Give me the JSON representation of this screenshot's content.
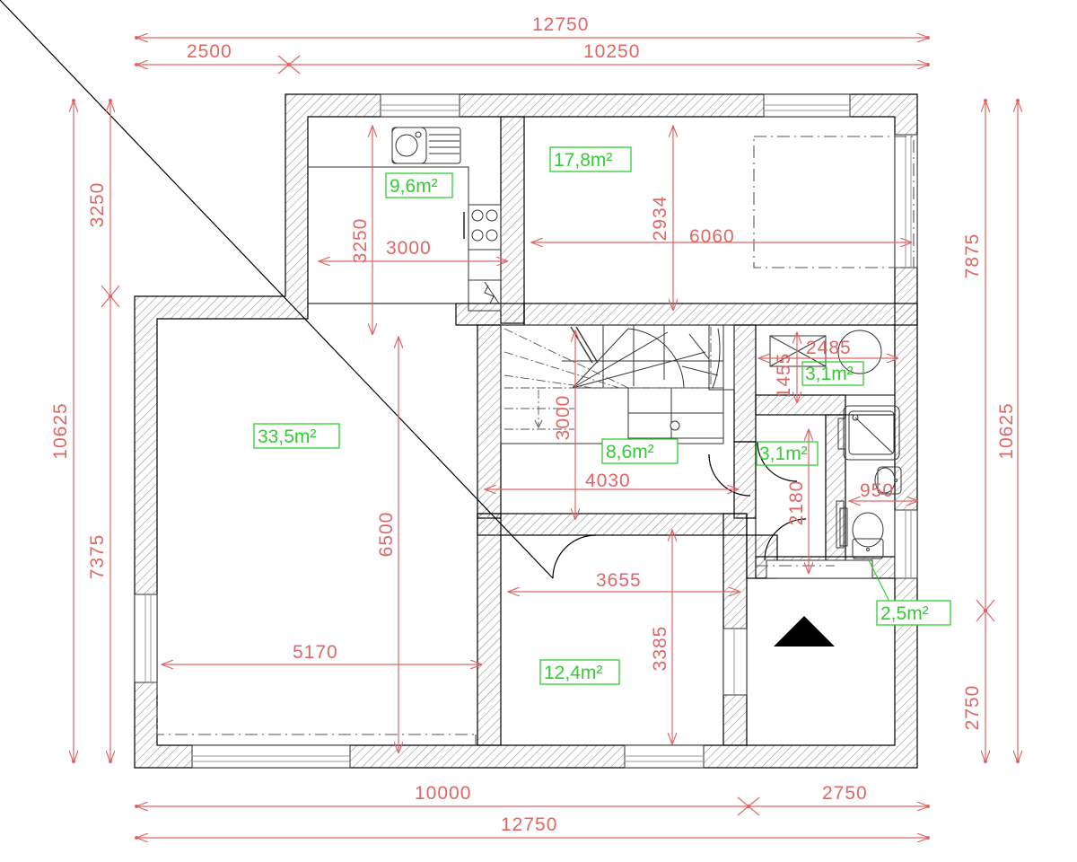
{
  "drawing": {
    "title": "Ground floor plan",
    "units": "mm",
    "colors": {
      "dimension": "#e06666",
      "area_label": "#33cc33",
      "wall": "#000000",
      "wall_hatch": "#8a8a8a",
      "fixture": "#333333",
      "background": "#ffffff"
    }
  },
  "overall_dimensions": {
    "top_outer": "12750",
    "top_chain": [
      "2500",
      "10250"
    ],
    "bottom_chain": [
      "10000",
      "2750"
    ],
    "bottom_outer": "12750",
    "left_outer": "10625",
    "left_chain": [
      "3250",
      "7375"
    ],
    "right_chain": [
      "7875",
      "2750"
    ],
    "right_outer": "10625"
  },
  "rooms": [
    {
      "name": "kitchen",
      "area": "9,6m²",
      "width": "3000",
      "height": "3250"
    },
    {
      "name": "living-room",
      "area": "17,8m²",
      "width": "6060",
      "height": "2934"
    },
    {
      "name": "great-room",
      "area": "33,5m²",
      "width": "5170",
      "height": "6500"
    },
    {
      "name": "hall-stairs",
      "area": "8,6m²",
      "width": "4030",
      "height": "3000"
    },
    {
      "name": "bedroom",
      "area": "12,4m²",
      "width": "3655",
      "height": "3385"
    },
    {
      "name": "utility-room",
      "area": "3,1m²",
      "width": "2485",
      "height": "1455"
    },
    {
      "name": "bathroom",
      "area": "3,1m²",
      "width": "950",
      "height": "2180"
    },
    {
      "name": "wc",
      "area": "2,5m²",
      "width": "",
      "height": ""
    }
  ],
  "interior_dimensions": [
    {
      "name": "kitchen-height",
      "value": "3250"
    },
    {
      "name": "kitchen-width",
      "value": "3000"
    },
    {
      "name": "living-height",
      "value": "2934"
    },
    {
      "name": "living-width",
      "value": "6060"
    },
    {
      "name": "great-room-height",
      "value": "6500"
    },
    {
      "name": "great-room-width",
      "value": "5170"
    },
    {
      "name": "hall-height",
      "value": "3000"
    },
    {
      "name": "hall-width",
      "value": "4030"
    },
    {
      "name": "bedroom-width",
      "value": "3655"
    },
    {
      "name": "bedroom-height",
      "value": "3385"
    },
    {
      "name": "utility-width",
      "value": "2485"
    },
    {
      "name": "utility-height",
      "value": "1455"
    },
    {
      "name": "bathroom-height",
      "value": "2180"
    },
    {
      "name": "bathroom-width",
      "value": "950"
    }
  ],
  "area_labels": {
    "kitchen": "9,6m²",
    "living_room": "17,8m²",
    "great_room": "33,5m²",
    "hall": "8,6m²",
    "bedroom": "12,4m²",
    "utility": "3,1m²",
    "bathroom": "3,1m²",
    "wc": "2,5m²"
  },
  "fixtures": [
    {
      "name": "kitchen-sink"
    },
    {
      "name": "kitchen-stove"
    },
    {
      "name": "staircase"
    },
    {
      "name": "shower-tray"
    },
    {
      "name": "wash-basin"
    },
    {
      "name": "toilet"
    },
    {
      "name": "boiler"
    },
    {
      "name": "entrance-arrow"
    }
  ]
}
